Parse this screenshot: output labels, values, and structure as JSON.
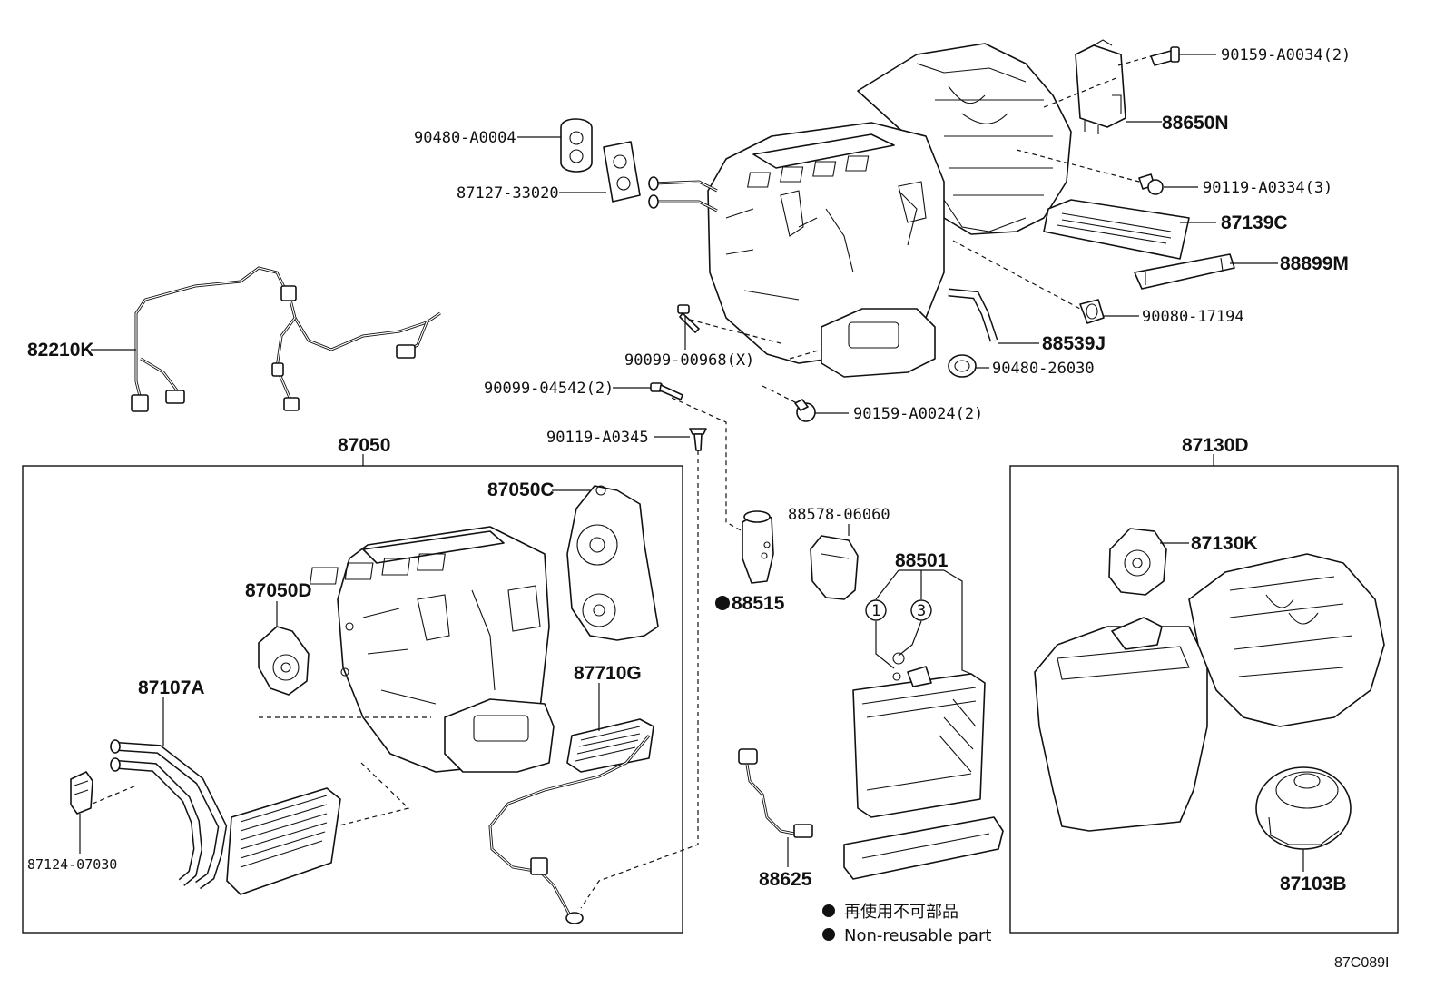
{
  "labels": {
    "p90159_A0034": "90159-A0034(2)",
    "p88650N": "88650N",
    "p90480_A0004": "90480-A0004",
    "p87127_33020": "87127-33020",
    "p90119_A0334": "90119-A0334(3)",
    "p87139C": "87139C",
    "p88899M": "88899M",
    "p82210K": "82210K",
    "p90080_17194": "90080-17194",
    "p88539J": "88539J",
    "p90099_00968": "90099-00968(X)",
    "p90480_26030": "90480-26030",
    "p90099_04542": "90099-04542(2)",
    "p90159_A0024": "90159-A0024(2)",
    "p90119_A0345": "90119-A0345",
    "p87050": "87050",
    "p87130D": "87130D",
    "p87050C": "87050C",
    "p88578_06060": "88578-06060",
    "p88501": "88501",
    "p87130K": "87130K",
    "p87050D": "87050D",
    "p88515": "88515",
    "p87107A": "87107A",
    "p87710G": "87710G",
    "p87124_07030": "87124-07030",
    "p88625": "88625",
    "p87103B": "87103B",
    "circle1": "1",
    "circle3": "3"
  },
  "legend": {
    "line_jp": "再使用不可部品",
    "line_en": "Non-reusable part"
  },
  "figure_code": "87C089I"
}
